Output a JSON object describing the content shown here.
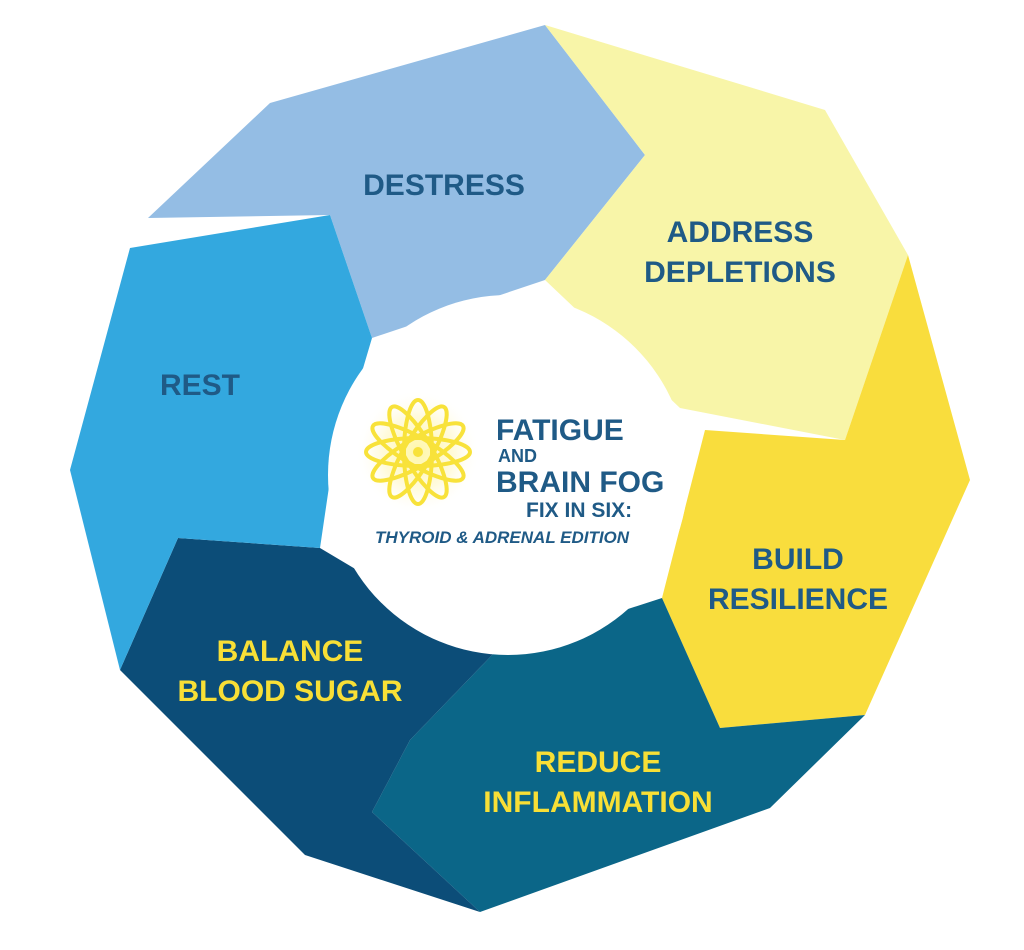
{
  "diagram": {
    "type": "cycle",
    "steps": [
      {
        "lines": [
          "DESTRESS"
        ],
        "fill": "#94bde4",
        "text_color": "#1f5a86"
      },
      {
        "lines": [
          "ADDRESS",
          "DEPLETIONS"
        ],
        "fill": "#f8f5a8",
        "text_color": "#1f5a86"
      },
      {
        "lines": [
          "BUILD",
          "RESILIENCE"
        ],
        "fill": "#f9dd3d",
        "text_color": "#1f5a86"
      },
      {
        "lines": [
          "REDUCE",
          "INFLAMMATION"
        ],
        "fill": "#0b6688",
        "text_color": "#f8df36"
      },
      {
        "lines": [
          "BALANCE",
          "BLOOD SUGAR"
        ],
        "fill": "#0c4d78",
        "text_color": "#f8df36"
      },
      {
        "lines": [
          "REST"
        ],
        "fill": "#33a8df",
        "text_color": "#1f5a86"
      }
    ],
    "center": {
      "title_line1": "FATIGUE",
      "title_line2": "AND",
      "title_line3": "BRAIN FOG",
      "title_line4": "FIX IN SIX:",
      "subtitle": "THYROID & ADRENAL EDITION",
      "logo_icon": "atom-star-icon",
      "logo_color": "#f8e23a"
    }
  }
}
